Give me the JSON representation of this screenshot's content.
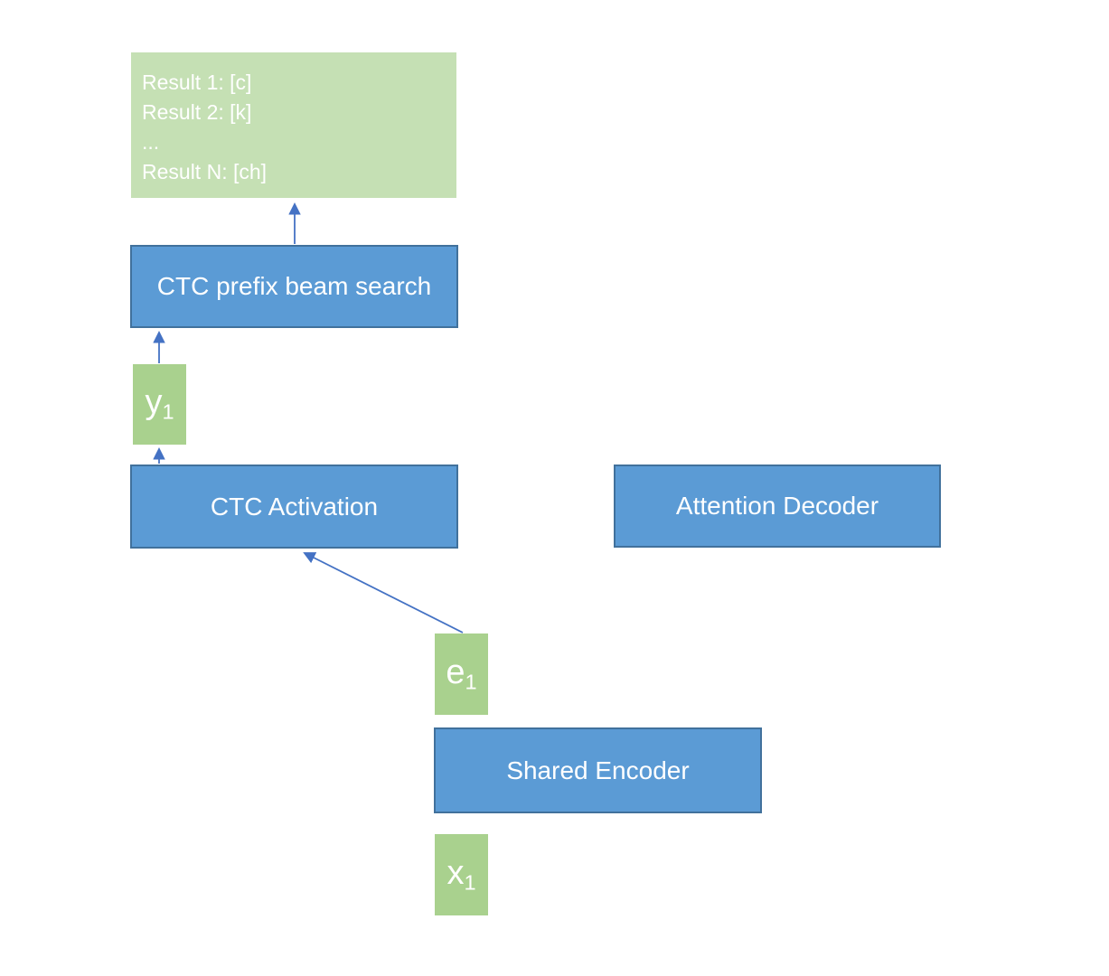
{
  "diagram": {
    "results_box": {
      "lines": [
        "Result 1: [c]",
        "Result 2: [k]",
        "...",
        "Result N: [ch]"
      ]
    },
    "nodes": {
      "beam_search": {
        "label": "CTC prefix beam search"
      },
      "ctc_activation": {
        "label": "CTC Activation"
      },
      "attention_decoder": {
        "label": "Attention Decoder"
      },
      "shared_encoder": {
        "label": "Shared Encoder"
      },
      "y1": {
        "base": "y",
        "sub": "1"
      },
      "e1": {
        "base": "e",
        "sub": "1"
      },
      "x1": {
        "base": "x",
        "sub": "1"
      }
    },
    "colors": {
      "blue_fill": "#5B9BD5",
      "blue_border": "#41719C",
      "green_fill": "#A9D18E",
      "light_green_fill": "#C5E0B4",
      "arrow": "#4472C4",
      "label_text": "#FFFFFF"
    }
  }
}
